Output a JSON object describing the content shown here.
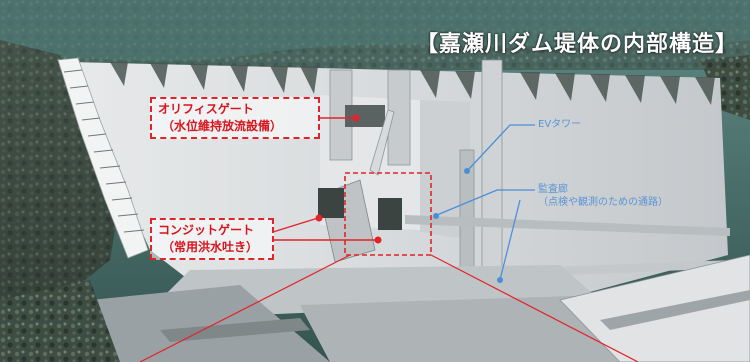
{
  "title": "【嘉瀬川ダム堤体の内部構造】",
  "labels": {
    "orifice_gate": {
      "line1": "オリフィスゲート",
      "line2": "（水位維持放流設備）"
    },
    "conduit_gate": {
      "line1": "コンジットゲート",
      "line2": "（常用洪水吐き）"
    },
    "ev_tower": "EVタワー",
    "inspection_gallery": {
      "line1": "監査廊",
      "line2": "（点検や観測のための通路）"
    }
  },
  "colors": {
    "callout_red": "#e0242a",
    "leader_blue": "#4a8fd6",
    "concrete": "#d9dcde",
    "water": "#3e6b6a"
  }
}
